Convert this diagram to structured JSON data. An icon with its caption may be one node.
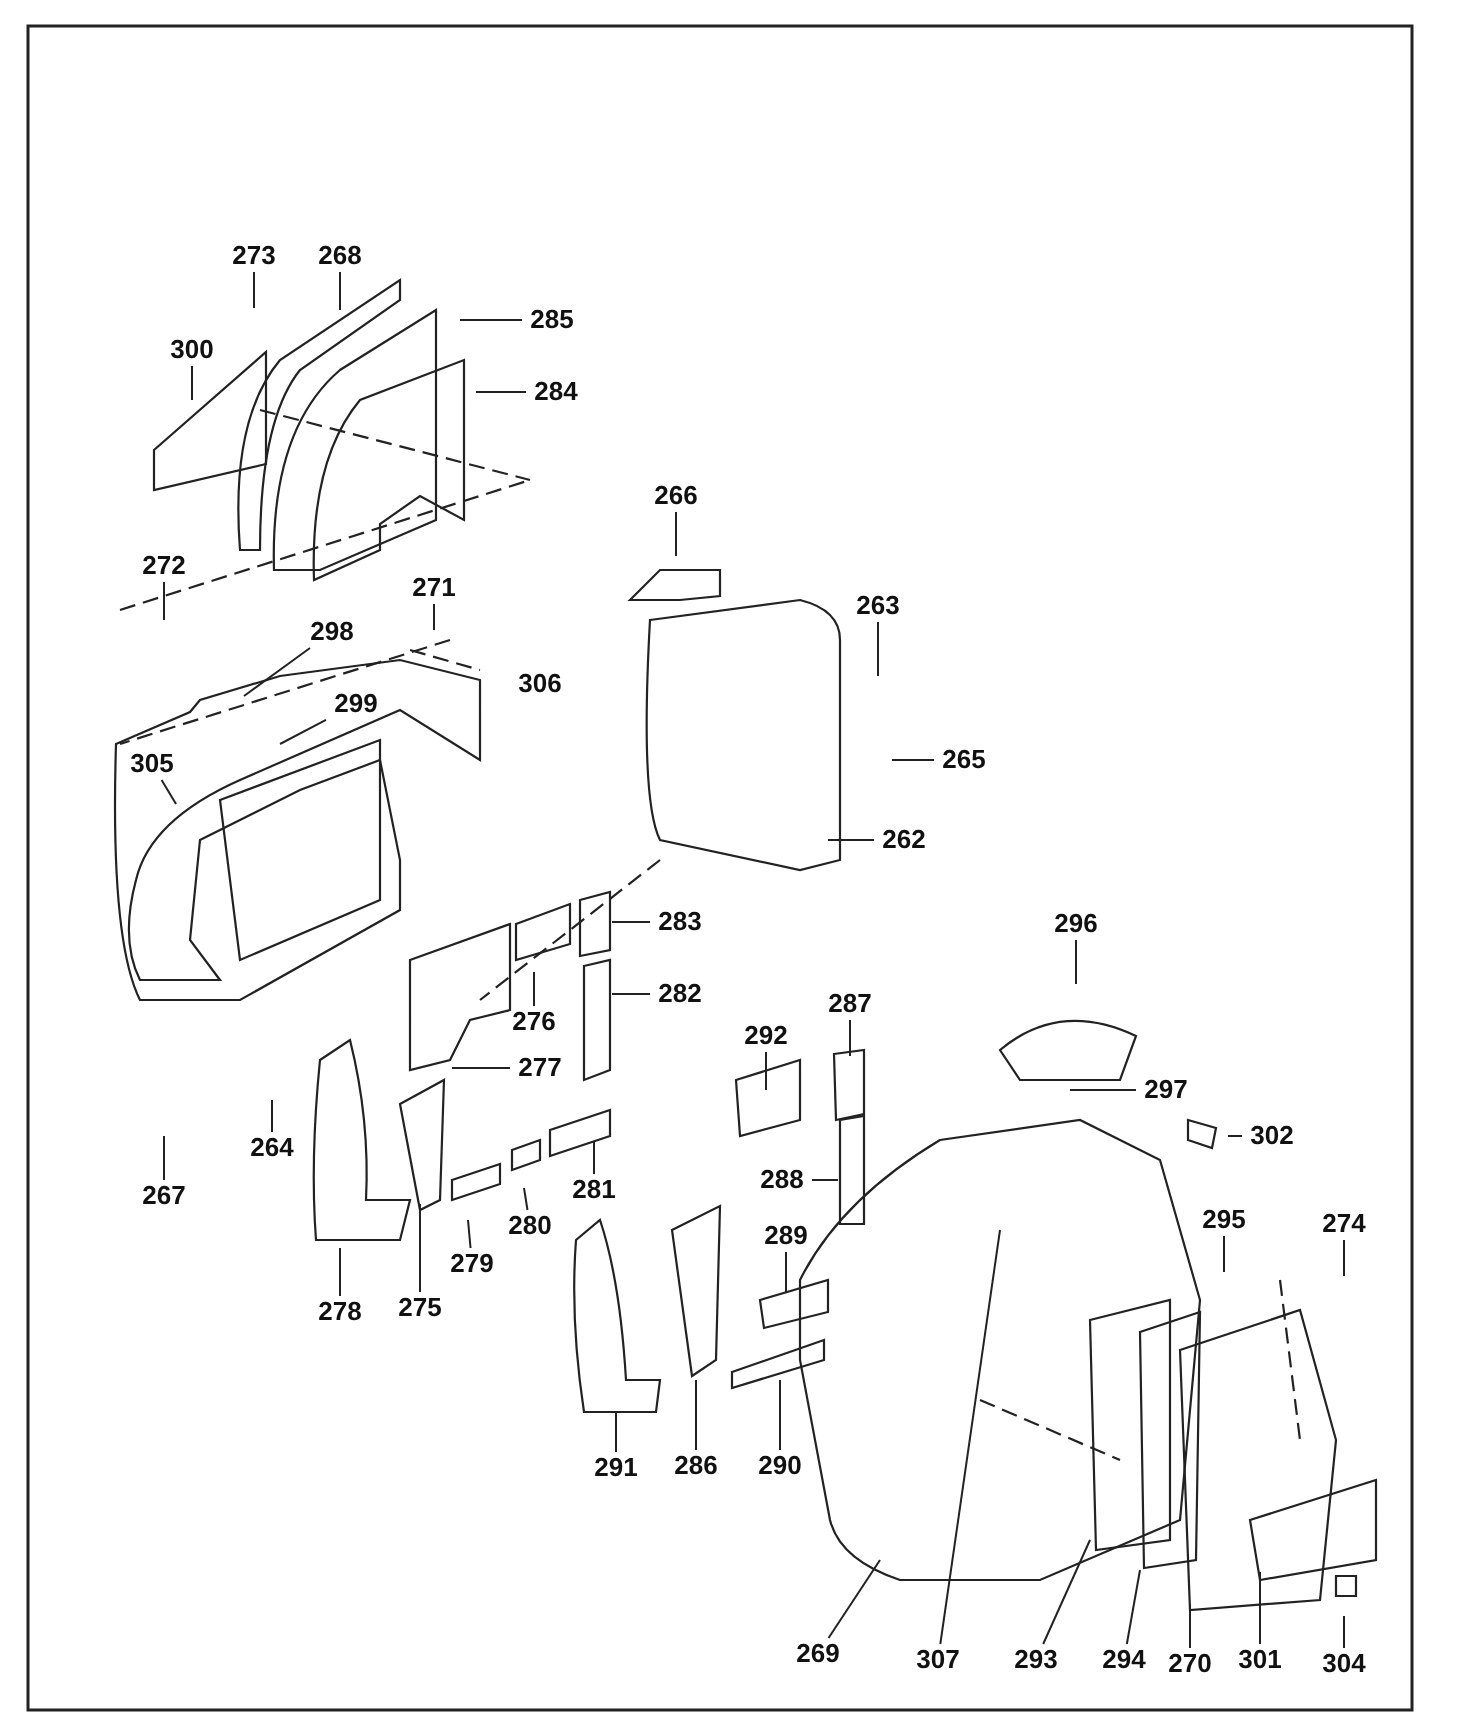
{
  "diagram": {
    "nodes": [
      {
        "text": [
          "273"
        ]
      },
      {
        "text": [
          "268"
        ]
      },
      {
        "text": [
          "285"
        ]
      },
      {
        "text": [
          "300"
        ]
      },
      {
        "text": [
          "284"
        ]
      },
      {
        "text": [
          "266"
        ]
      },
      {
        "text": [
          "272"
        ]
      },
      {
        "text": [
          "271"
        ]
      },
      {
        "text": [
          "263"
        ]
      },
      {
        "text": [
          "298"
        ]
      },
      {
        "text": [
          "299"
        ]
      },
      {
        "text": [
          "305"
        ]
      },
      {
        "text": [
          "265"
        ]
      },
      {
        "text": [
          "262"
        ]
      },
      {
        "text": [
          "283"
        ]
      },
      {
        "text": [
          "296"
        ]
      },
      {
        "text": [
          "282"
        ]
      },
      {
        "text": [
          "287"
        ]
      },
      {
        "text": [
          "276"
        ]
      },
      {
        "text": [
          "292"
        ]
      },
      {
        "text": [
          "277"
        ]
      },
      {
        "text": [
          "297"
        ]
      },
      {
        "text": [
          "264"
        ]
      },
      {
        "text": [
          "302"
        ]
      },
      {
        "text": [
          "288"
        ]
      },
      {
        "text": [
          "267"
        ]
      },
      {
        "text": [
          "281"
        ]
      },
      {
        "text": [
          "295"
        ]
      },
      {
        "text": [
          "274"
        ]
      },
      {
        "text": [
          "280"
        ]
      },
      {
        "text": [
          "289"
        ]
      },
      {
        "text": [
          "279"
        ]
      },
      {
        "text": [
          "275"
        ]
      },
      {
        "text": [
          "278"
        ]
      },
      {
        "text": [
          "290"
        ]
      },
      {
        "text": [
          "291"
        ]
      },
      {
        "text": [
          "286"
        ]
      },
      {
        "text": [
          "269"
        ]
      },
      {
        "text": [
          "307"
        ]
      },
      {
        "text": [
          "293"
        ]
      },
      {
        "text": [
          "294"
        ]
      },
      {
        "text": [
          "270"
        ]
      },
      {
        "text": [
          "301"
        ]
      },
      {
        "text": [
          "304"
        ]
      }
    ],
    "edges": [
      {
        "from": 0,
        "to": null,
        "arrow": "none"
      },
      {
        "from": 1,
        "to": null,
        "arrow": "none"
      },
      {
        "from": 2,
        "to": null,
        "arrow": "none"
      },
      {
        "from": 3,
        "to": null,
        "arrow": "none"
      },
      {
        "from": 4,
        "to": null,
        "arrow": "none"
      },
      {
        "from": 5,
        "to": null,
        "arrow": "none"
      },
      {
        "from": 6,
        "to": null,
        "arrow": "none"
      },
      {
        "from": 7,
        "to": null,
        "arrow": "none"
      },
      {
        "from": 8,
        "to": null,
        "arrow": "none"
      },
      {
        "from": 9,
        "to": null,
        "arrow": "none"
      },
      {
        "from": 10,
        "to": null,
        "arrow": "none"
      },
      {
        "from": 11,
        "to": null,
        "arrow": "none"
      },
      {
        "from": 12,
        "to": null,
        "arrow": "none"
      },
      {
        "from": 13,
        "to": null,
        "arrow": "none"
      },
      {
        "from": 14,
        "to": null,
        "arrow": "none"
      },
      {
        "from": 15,
        "to": null,
        "arrow": "none"
      },
      {
        "from": 16,
        "to": null,
        "arrow": "none"
      },
      {
        "from": 17,
        "to": null,
        "arrow": "none"
      },
      {
        "from": 18,
        "to": null,
        "arrow": "none"
      },
      {
        "from": 19,
        "to": null,
        "arrow": "none"
      },
      {
        "from": 20,
        "to": null,
        "arrow": "none"
      },
      {
        "from": 21,
        "to": null,
        "arrow": "none"
      },
      {
        "from": 22,
        "to": null,
        "arrow": "none"
      },
      {
        "from": 23,
        "to": null,
        "arrow": "none"
      },
      {
        "from": 24,
        "to": null,
        "arrow": "none"
      },
      {
        "from": 25,
        "to": null,
        "arrow": "none"
      },
      {
        "from": 26,
        "to": null,
        "arrow": "none"
      },
      {
        "from": 27,
        "to": null,
        "arrow": "none"
      },
      {
        "from": 28,
        "to": null,
        "arrow": "none"
      },
      {
        "from": 29,
        "to": null,
        "arrow": "none"
      },
      {
        "from": 30,
        "to": null,
        "arrow": "none"
      },
      {
        "from": 31,
        "to": null,
        "arrow": "none"
      },
      {
        "from": 32,
        "to": null,
        "arrow": "none"
      },
      {
        "from": 33,
        "to": null,
        "arrow": "none"
      },
      {
        "from": 34,
        "to": null,
        "arrow": "none"
      },
      {
        "from": 35,
        "to": null,
        "arrow": "none"
      },
      {
        "from": 36,
        "to": null,
        "arrow": "none"
      },
      {
        "from": 37,
        "to": null,
        "arrow": "none"
      },
      {
        "from": 38,
        "to": null,
        "arrow": "none"
      },
      {
        "from": 39,
        "to": null,
        "arrow": "none"
      },
      {
        "from": 40,
        "to": null,
        "arrow": "none"
      },
      {
        "from": 41,
        "to": null,
        "arrow": "none"
      },
      {
        "from": 42,
        "to": null,
        "arrow": "none"
      },
      {
        "from": 43,
        "to": null,
        "arrow": "none"
      }
    ],
    "labels": [
      "306"
    ]
  }
}
